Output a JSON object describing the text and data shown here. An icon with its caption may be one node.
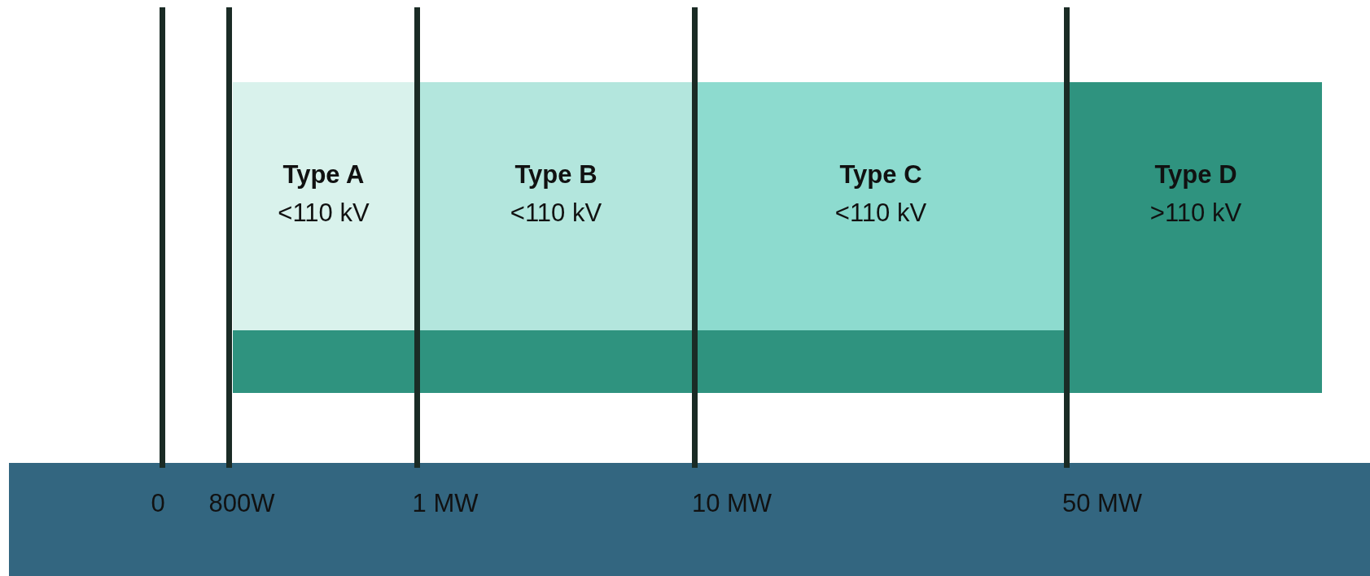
{
  "diagram": {
    "nodes": [
      {
        "text": [
          "Type A",
          "<110 kV"
        ]
      },
      {
        "text": [
          "Type B",
          "<110 kV"
        ]
      },
      {
        "text": [
          "Type C",
          "<110 kV"
        ]
      },
      {
        "text": [
          "Type D",
          ">110 kV"
        ]
      }
    ],
    "labels": [
      "0",
      "800W",
      "1 MW",
      "10 MW",
      "50 MW"
    ]
  }
}
